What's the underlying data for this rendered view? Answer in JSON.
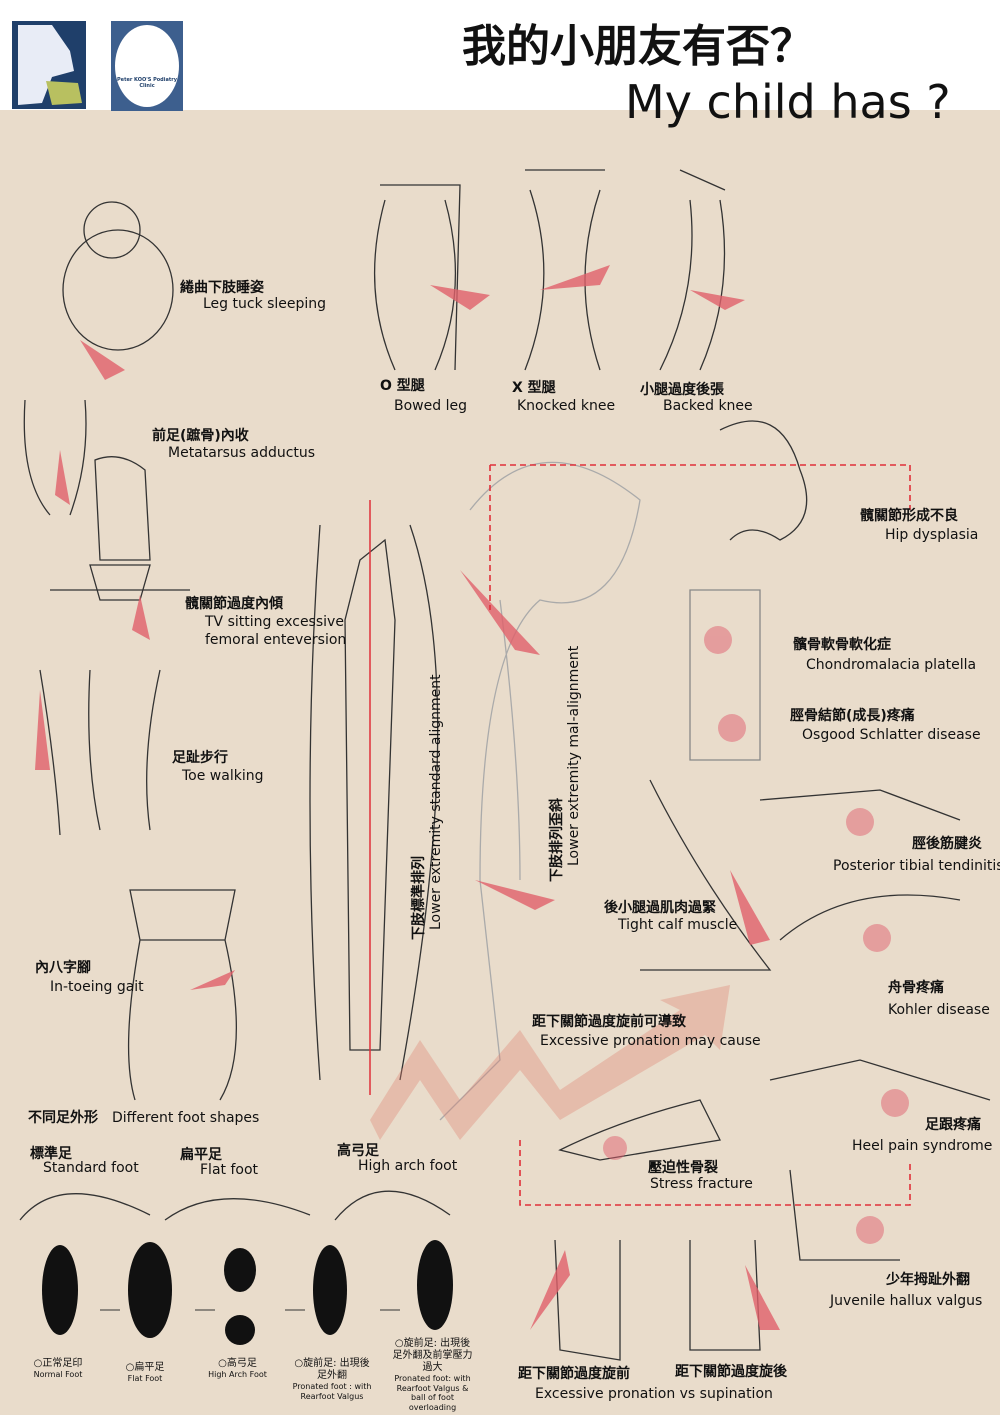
{
  "header": {
    "title_zh": "我的小朋友有否？",
    "title_en": "My child has ?",
    "logo_text": "Peter KOO'S Podiatry Clinic"
  },
  "colors": {
    "background": "#e9dccb",
    "arrow": "#e0606a",
    "dash": "#e0303a"
  },
  "conditions": [
    {
      "zh": "綣曲下肢睡姿",
      "en": "Leg tuck sleeping"
    },
    {
      "zh": "O 型腿",
      "en": "Bowed leg"
    },
    {
      "zh": "X 型腿",
      "en": "Knocked knee"
    },
    {
      "zh": "小腿過度後張",
      "en": "Backed knee"
    },
    {
      "zh": "前足(蹠骨)內收",
      "en": "Metatarsus adductus"
    },
    {
      "zh": "髖關節形成不良",
      "en": "Hip dysplasia"
    },
    {
      "zh": "髖關節過度內傾",
      "en": "TV sitting excessive",
      "en2": "femoral enteversion"
    },
    {
      "zh": "髕骨軟骨軟化症",
      "en": "Chondromalacia platella"
    },
    {
      "zh": "脛骨結節(成長)疼痛",
      "en": "Osgood Schlatter disease"
    },
    {
      "zh": "足趾步行",
      "en": "Toe walking"
    },
    {
      "zh": "脛後筋腱炎",
      "en": "Posterior tibial tendinitis"
    },
    {
      "zh": "後小腿過肌肉過緊",
      "en": "Tight calf muscle"
    },
    {
      "zh": "內八字腳",
      "en": "In-toeing gait"
    },
    {
      "zh": "舟骨疼痛",
      "en": "Kohler disease"
    },
    {
      "zh": "距下關節過度旋前可導致",
      "en": "Excessive pronation may cause"
    },
    {
      "zh": "足跟疼痛",
      "en": "Heel pain syndrome"
    },
    {
      "zh": "壓迫性骨裂",
      "en": "Stress fracture"
    },
    {
      "zh": "少年拇趾外翻",
      "en": "Juvenile hallux valgus"
    }
  ],
  "alignment": {
    "standard_zh": "下肢標準排列",
    "standard_en": "Lower extremity standard alignment",
    "mal_zh": "下肢排列歪斜",
    "mal_en": "Lower extremity mal-alignment"
  },
  "pronation": {
    "pro_zh": "距下關節過度旋前",
    "sup_zh": "距下關節過度旋後",
    "en": "Excessive pronation vs supination"
  },
  "foot_shapes": {
    "heading_zh": "不同足外形",
    "heading_en": "Different foot shapes",
    "items": [
      {
        "zh": "標準足",
        "en": "Standard foot"
      },
      {
        "zh": "扁平足",
        "en": "Flat foot"
      },
      {
        "zh": "高弓足",
        "en": "High arch foot"
      }
    ]
  },
  "footprints": [
    {
      "zh": "○正常足印",
      "en": "Normal Foot"
    },
    {
      "zh": "○扁平足",
      "en": "Flat Foot"
    },
    {
      "zh": "○高弓足",
      "en": "High Arch Foot"
    },
    {
      "zh": "○旋前足: 出現後足外翻",
      "en": "Pronated foot : with Rearfoot Valgus"
    },
    {
      "zh": "○旋前足: 出現後足外翻及前掌壓力過大",
      "en": "Pronated foot: with Rearfoot Valgus & ball of foot overloading"
    }
  ]
}
